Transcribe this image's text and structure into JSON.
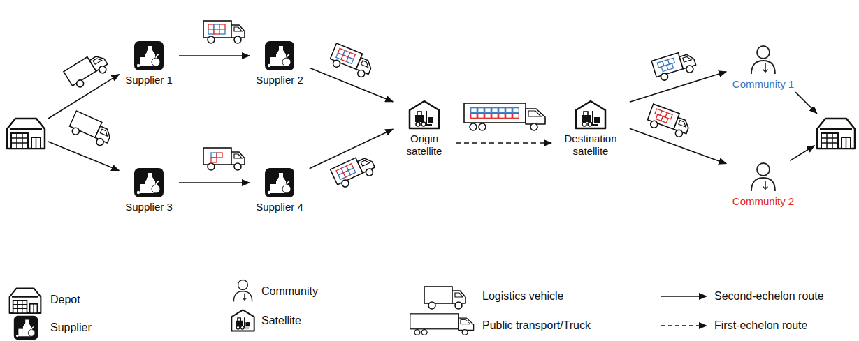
{
  "diagram": {
    "nodes": [
      {
        "text": []
      },
      {
        "text": [
          "Supplier 1"
        ]
      },
      {
        "text": [
          "Supplier 2"
        ]
      },
      {
        "text": [
          "Supplier 3"
        ]
      },
      {
        "text": [
          "Supplier 4"
        ]
      },
      {
        "text": [
          "Origin satellite"
        ]
      },
      {
        "text": [
          "Destination satellite"
        ]
      },
      {
        "text": [
          "Community 1"
        ]
      },
      {
        "text": [
          "Community 2"
        ]
      },
      {
        "text": []
      }
    ],
    "edges": [
      {
        "from": 0,
        "to": 1,
        "arrow": "to"
      },
      {
        "from": 0,
        "to": 3,
        "arrow": "to"
      },
      {
        "from": 1,
        "to": 2,
        "arrow": "to"
      },
      {
        "from": 3,
        "to": 4,
        "arrow": "to"
      },
      {
        "from": 2,
        "to": 5,
        "arrow": "to"
      },
      {
        "from": 4,
        "to": 5,
        "arrow": "to"
      },
      {
        "from": 5,
        "to": 6,
        "arrow": "to"
      },
      {
        "from": 6,
        "to": 7,
        "arrow": "to"
      },
      {
        "from": 6,
        "to": 8,
        "arrow": "to"
      },
      {
        "from": 7,
        "to": 9,
        "arrow": "to"
      },
      {
        "from": 8,
        "to": 9,
        "arrow": "to"
      }
    ],
    "legend": [
      {
        "text": "Depot"
      },
      {
        "text": "Community"
      },
      {
        "text": "Logistics vehicle"
      },
      {
        "text": "Second-echelon route"
      },
      {
        "text": "Supplier"
      },
      {
        "text": "Satellite"
      },
      {
        "text": "Public transport/Truck"
      },
      {
        "text": "First-echelon route"
      }
    ]
  }
}
